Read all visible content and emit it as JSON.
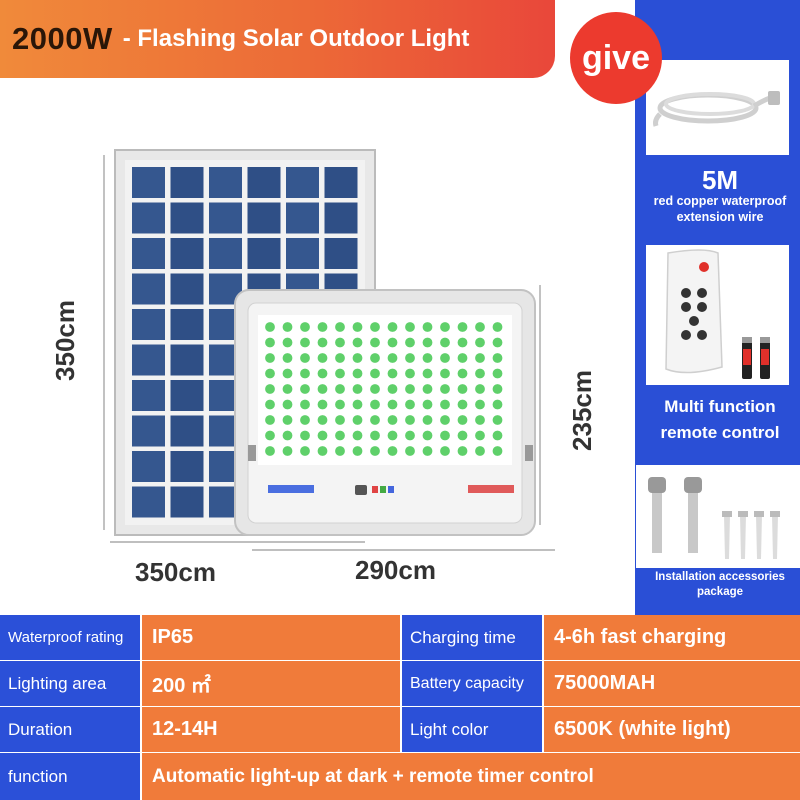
{
  "title": {
    "main": "2000W",
    "sub": "- Flashing Solar Outdoor Light"
  },
  "badge": "give",
  "accessories": {
    "wire": {
      "length": "5M",
      "desc": "red copper waterproof extension wire"
    },
    "remote": {
      "label": "Multi function remote control"
    },
    "install": {
      "label": "Installation accessories package"
    }
  },
  "dimensions": {
    "panel_height": "350cm",
    "panel_width": "350cm",
    "light_width": "290cm",
    "light_height": "235cm"
  },
  "specs": [
    {
      "label": "Waterproof rating",
      "value": "IP65",
      "label2": "Charging time",
      "value2": "4-6h fast charging"
    },
    {
      "label": "Lighting area",
      "value": "200 ㎡",
      "label2": "Battery capacity",
      "value2": "75000MAH"
    },
    {
      "label": "Duration",
      "value": "12-14H",
      "label2": "Light color",
      "value2": "6500K (white light)"
    },
    {
      "label": "function",
      "value": "Automatic light-up at dark + remote timer control"
    }
  ],
  "colors": {
    "blue": "#2b50d8",
    "orange": "#f07b3a",
    "red": "#ec3a2e"
  }
}
